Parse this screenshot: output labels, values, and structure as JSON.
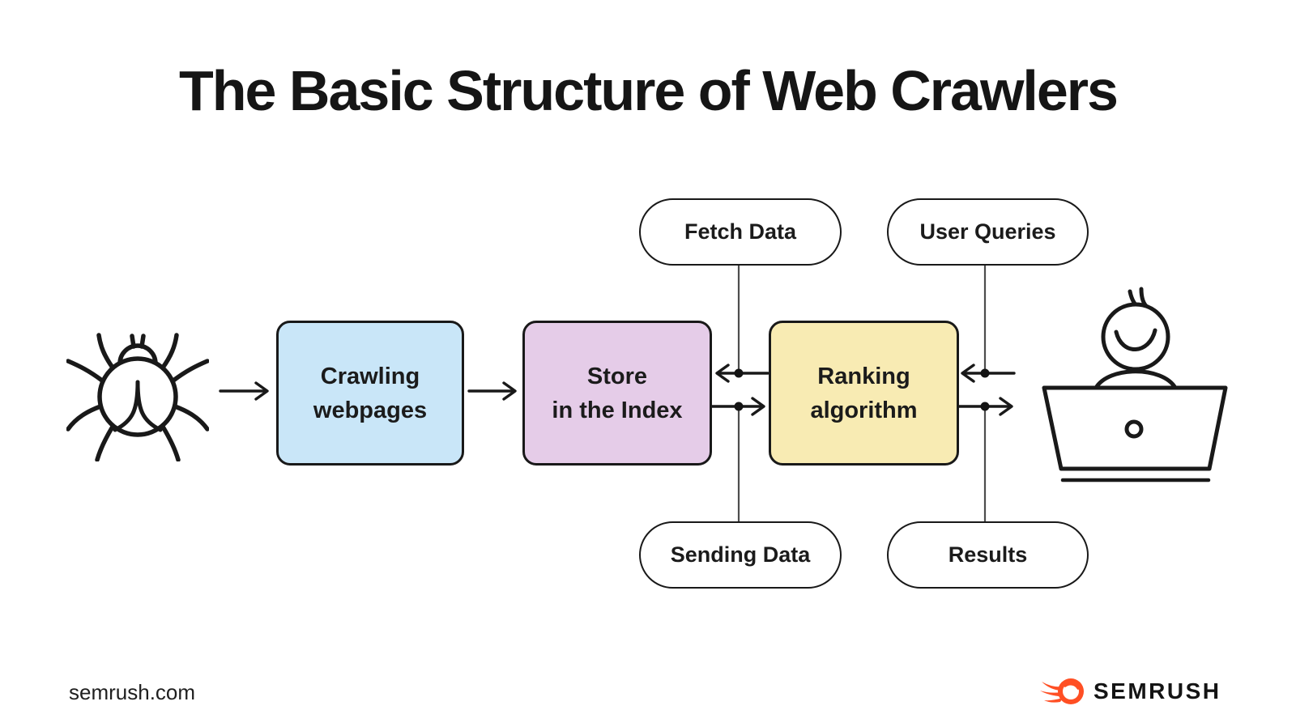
{
  "title": "The Basic Structure of Web Crawlers",
  "diagram": {
    "type": "flowchart",
    "flow_description": "spider crawler -> Crawling webpages -> Store in the Index <-> Ranking algorithm <-> user at laptop",
    "nodes": {
      "spider": {
        "icon": "spider-bug-icon",
        "role": "web crawler bot"
      },
      "crawling": {
        "line1": "Crawling",
        "line2": "webpages"
      },
      "index": {
        "line1": "Store",
        "line2": "in the Index"
      },
      "ranking": {
        "line1": "Ranking",
        "line2": "algorithm"
      },
      "user": {
        "icon": "person-at-laptop-icon",
        "role": "end user"
      }
    },
    "labels": {
      "fetch": "Fetch Data",
      "user_queries": "User Queries",
      "sending": "Sending Data",
      "results": "Results"
    }
  },
  "footer": {
    "site": "semrush.com",
    "brand": "SEMRUSH",
    "brand_icon": "semrush-flame-icon"
  },
  "colors": {
    "background": "#ffffff",
    "outline": "#191919",
    "connector_gray": "#4d4d4d",
    "crawling_box": "#c9e6f8",
    "index_box": "#e5cce8",
    "ranking_box": "#f8ebb3",
    "brand_orange": "#ff4f24"
  }
}
